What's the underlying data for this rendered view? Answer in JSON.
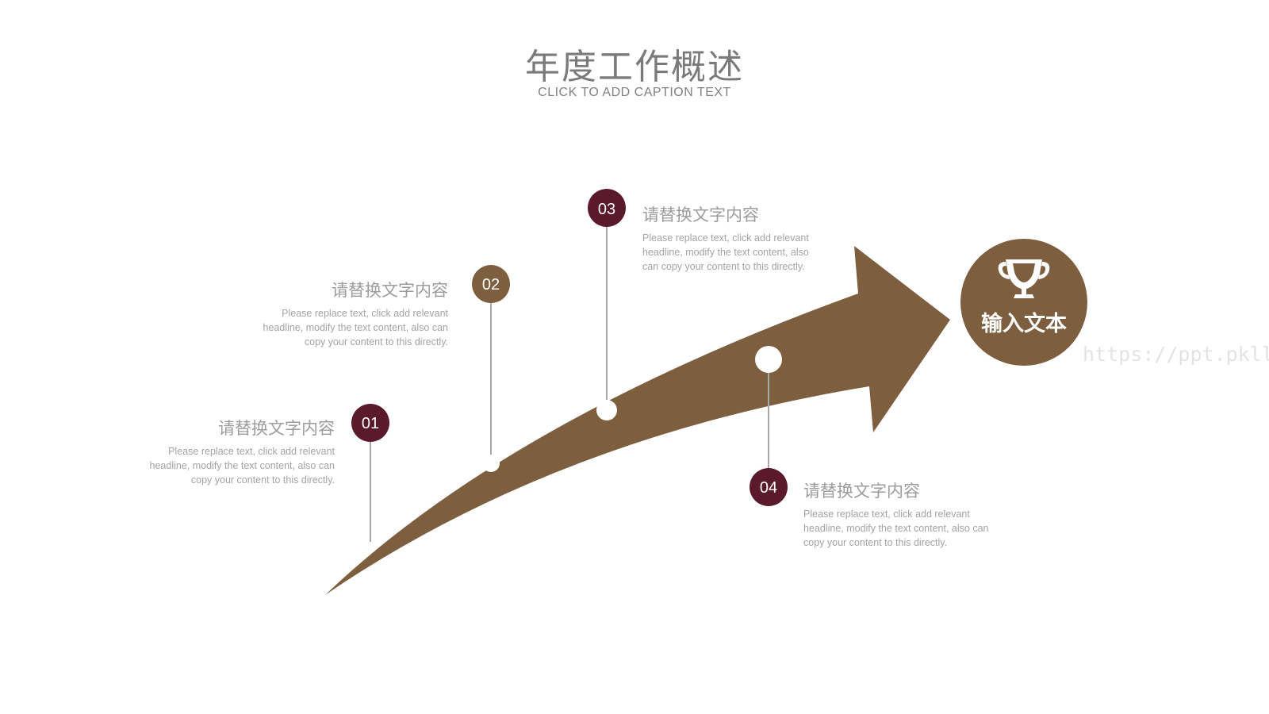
{
  "slide": {
    "title": "年度工作概述",
    "subtitle": "CLICK TO ADD CAPTION TEXT"
  },
  "colors": {
    "arrow": "#7d5f40",
    "dark_badge": "#5a1a2b",
    "brown_badge": "#7d5f40",
    "connector": "#a9a9a9",
    "dot": "#ffffff"
  },
  "steps": [
    {
      "number": "01",
      "heading": "请替换文字内容",
      "body": "Please replace text, click add relevant headline, modify the text content, also can copy your content to this directly.",
      "badge_color": "#5a1a2b"
    },
    {
      "number": "02",
      "heading": "请替换文字内容",
      "body": "Please replace text, click add relevant headline, modify the text content, also can copy your content to this directly.",
      "badge_color": "#7d5f40"
    },
    {
      "number": "03",
      "heading": "请替换文字内容",
      "body": "Please replace text, click add relevant headline, modify the text content, also can copy your content to this directly.",
      "badge_color": "#5a1a2b"
    },
    {
      "number": "04",
      "heading": "请替换文字内容",
      "body": "Please replace text, click add relevant headline, modify the text content, also can copy your content to this directly.",
      "badge_color": "#5a1a2b"
    }
  ],
  "goal": {
    "icon": "trophy-icon",
    "label": "输入文本"
  },
  "watermark": "https://ppt.pkll.de"
}
